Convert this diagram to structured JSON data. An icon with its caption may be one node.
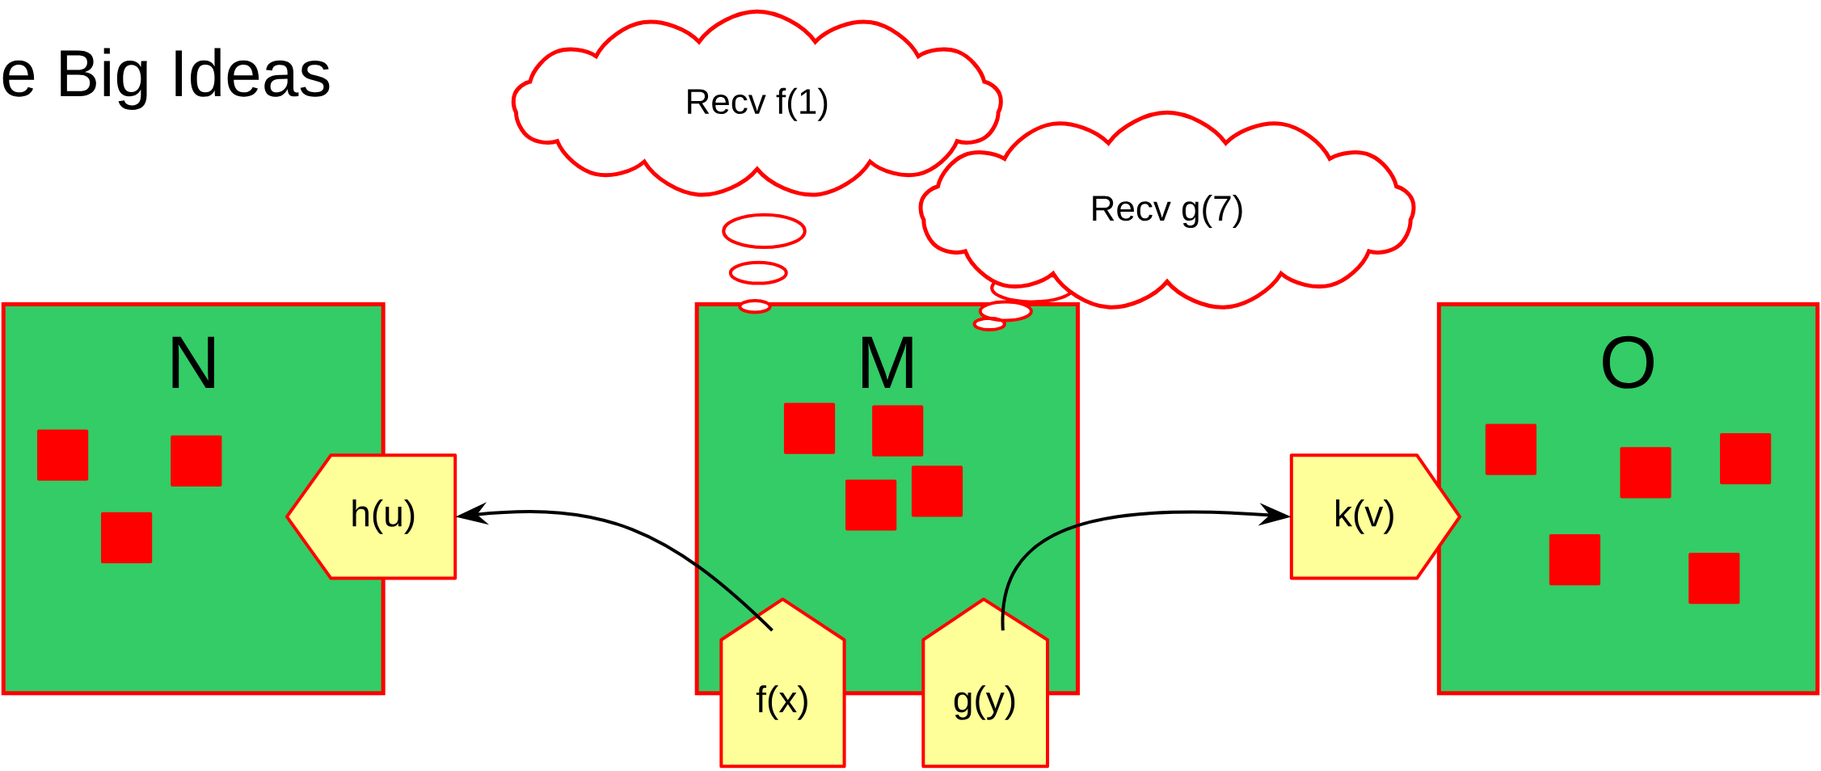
{
  "diagram": {
    "title": "e Big Ideas",
    "nodes": [
      {
        "text": [
          "Recv f(1)"
        ]
      },
      {
        "text": [
          "Recv g(7)"
        ]
      },
      {
        "text": [
          "N"
        ]
      },
      {
        "text": [
          "M"
        ]
      },
      {
        "text": [
          "O"
        ]
      },
      {
        "text": [
          "h(u)"
        ]
      },
      {
        "text": [
          "k(v)"
        ]
      },
      {
        "text": [
          "f(x)"
        ]
      },
      {
        "text": [
          "g(y)"
        ]
      },
      {
        "text": [],
        "shape": "box",
        "in": 2
      },
      {
        "text": [],
        "shape": "box",
        "in": 2
      },
      {
        "text": [],
        "shape": "box",
        "in": 2
      },
      {
        "text": [],
        "shape": "box",
        "in": 3
      },
      {
        "text": [],
        "shape": "box",
        "in": 3
      },
      {
        "text": [],
        "shape": "box",
        "in": 3
      },
      {
        "text": [],
        "shape": "box",
        "in": 3
      },
      {
        "text": [],
        "shape": "box",
        "in": 4
      },
      {
        "text": [],
        "shape": "box",
        "in": 4
      },
      {
        "text": [],
        "shape": "box",
        "in": 4
      },
      {
        "text": [],
        "shape": "box",
        "in": 4
      },
      {
        "text": [],
        "shape": "box",
        "in": 4
      }
    ],
    "edges": [
      {
        "from": 7,
        "to": 5,
        "arrow": "to"
      },
      {
        "from": 8,
        "to": 6,
        "arrow": "to"
      }
    ]
  }
}
